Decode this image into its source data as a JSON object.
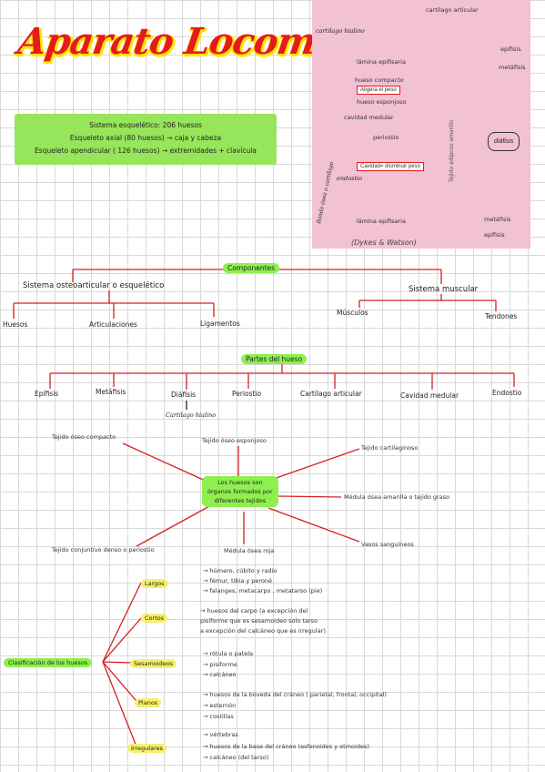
{
  "title": "Aparato Locomotor",
  "summary": {
    "line1": "Sistema esquelético: 206 huesos",
    "line2": "Esqueleto axial (80 huesos) → caja y cabeza",
    "line3": "Esqueleto apendicular ( 126 huesos) → extremidades + clavícula"
  },
  "bone_figure": {
    "cartilago_articular": "cartílago articular",
    "epifisis": "epífisis",
    "metafisis": "metáfisis",
    "lamina_epifisaria": "lámina epifisaria",
    "hueso_compacto": "hueso compacto",
    "aligera_peso": "Aligera el peso",
    "hueso_esponjoso": "hueso esponjoso",
    "cavidad_medular": "cavidad medular",
    "periostio": "periostio",
    "diafisis": "diáfisis",
    "cavidad_disminuir": "Cavidad= disminuir peso",
    "endostio": "endostio",
    "lamina_epifisaria_2": "lámina epifisaria",
    "metafisis_2": "metáfisis",
    "epifisis_2": "epífisis",
    "tejido_adiposo": "Tejido adiposo amarillo",
    "credit": "(Dykes & Watson)",
    "hand_cartilago": "cartílago hialino",
    "hand_side": "Banda ósea o cartílago"
  },
  "components": {
    "root": "Componentes",
    "left": "Sistema osteoarticular o esquelético",
    "right": "Sistema muscular",
    "huesos": "Huesos",
    "articulaciones": "Articulaciones",
    "ligamentos": "Ligamentos",
    "musculos": "Músculos",
    "tendones": "Tendones"
  },
  "parts": {
    "root": "Partes del hueso",
    "items": [
      "Epífisis",
      "Metáfisis",
      "Diáfisis",
      "Periostio",
      "Cartílago articular",
      "Cavidad medular",
      "Endostio"
    ],
    "diafisis_note": "Cartílago hialino"
  },
  "tissues": {
    "center_1": "Los huesos son",
    "center_2": "órganos formados por",
    "center_3": "diferentes tejidos",
    "compacto": "Tejido óseo compacto",
    "esponjoso": "Tejido óseo esponjoso",
    "cartilaginoso": "Tejido cartilaginoso",
    "medula_amarilla": "Médula ósea amarilla o tejido graso",
    "vasos": "Vasos sanguíneos",
    "medula_roja": "Médula ósea roja",
    "conjuntivo": "Tejido conjuntivo denso o periostio"
  },
  "classification": {
    "root": "Clasificación de los huesos",
    "largos": "Largos",
    "largos_ex": [
      "→ húmero, cúbito y radio",
      "→ fémur, tibia y peroné",
      "→ falanges, metacarpo , metatarso (pie)"
    ],
    "cortos": "Cortos",
    "cortos_ex": [
      "→ huesos del carpo (a excepción del",
      "pisiforme que es sesamoideo solo tarso",
      "a excepción del calcáneo que es irregular)"
    ],
    "sesamoideos": "Sesamoideos",
    "sesamoideos_ex": [
      "→ rótula o patela",
      "→ pisiforme",
      "→ calcáneo"
    ],
    "planos": "Planos",
    "planos_ex": [
      "→ huesos de la bóveda del cráneo ( parietal, frontal, occipital)",
      "→ esternón",
      "→ costillas"
    ],
    "irregulares": "Irregulares",
    "irregulares_ex": [
      "→ vértebras",
      "→ huesos de la base del cráneo (esfenoides y etmoides)",
      "→ calcáneo (del tarso)"
    ]
  },
  "colors": {
    "accent_red": "#e21b1b",
    "highlight_green": "#8ef04e",
    "highlight_yellow": "#f4f16a",
    "panel_pink": "#f2c1d4"
  }
}
